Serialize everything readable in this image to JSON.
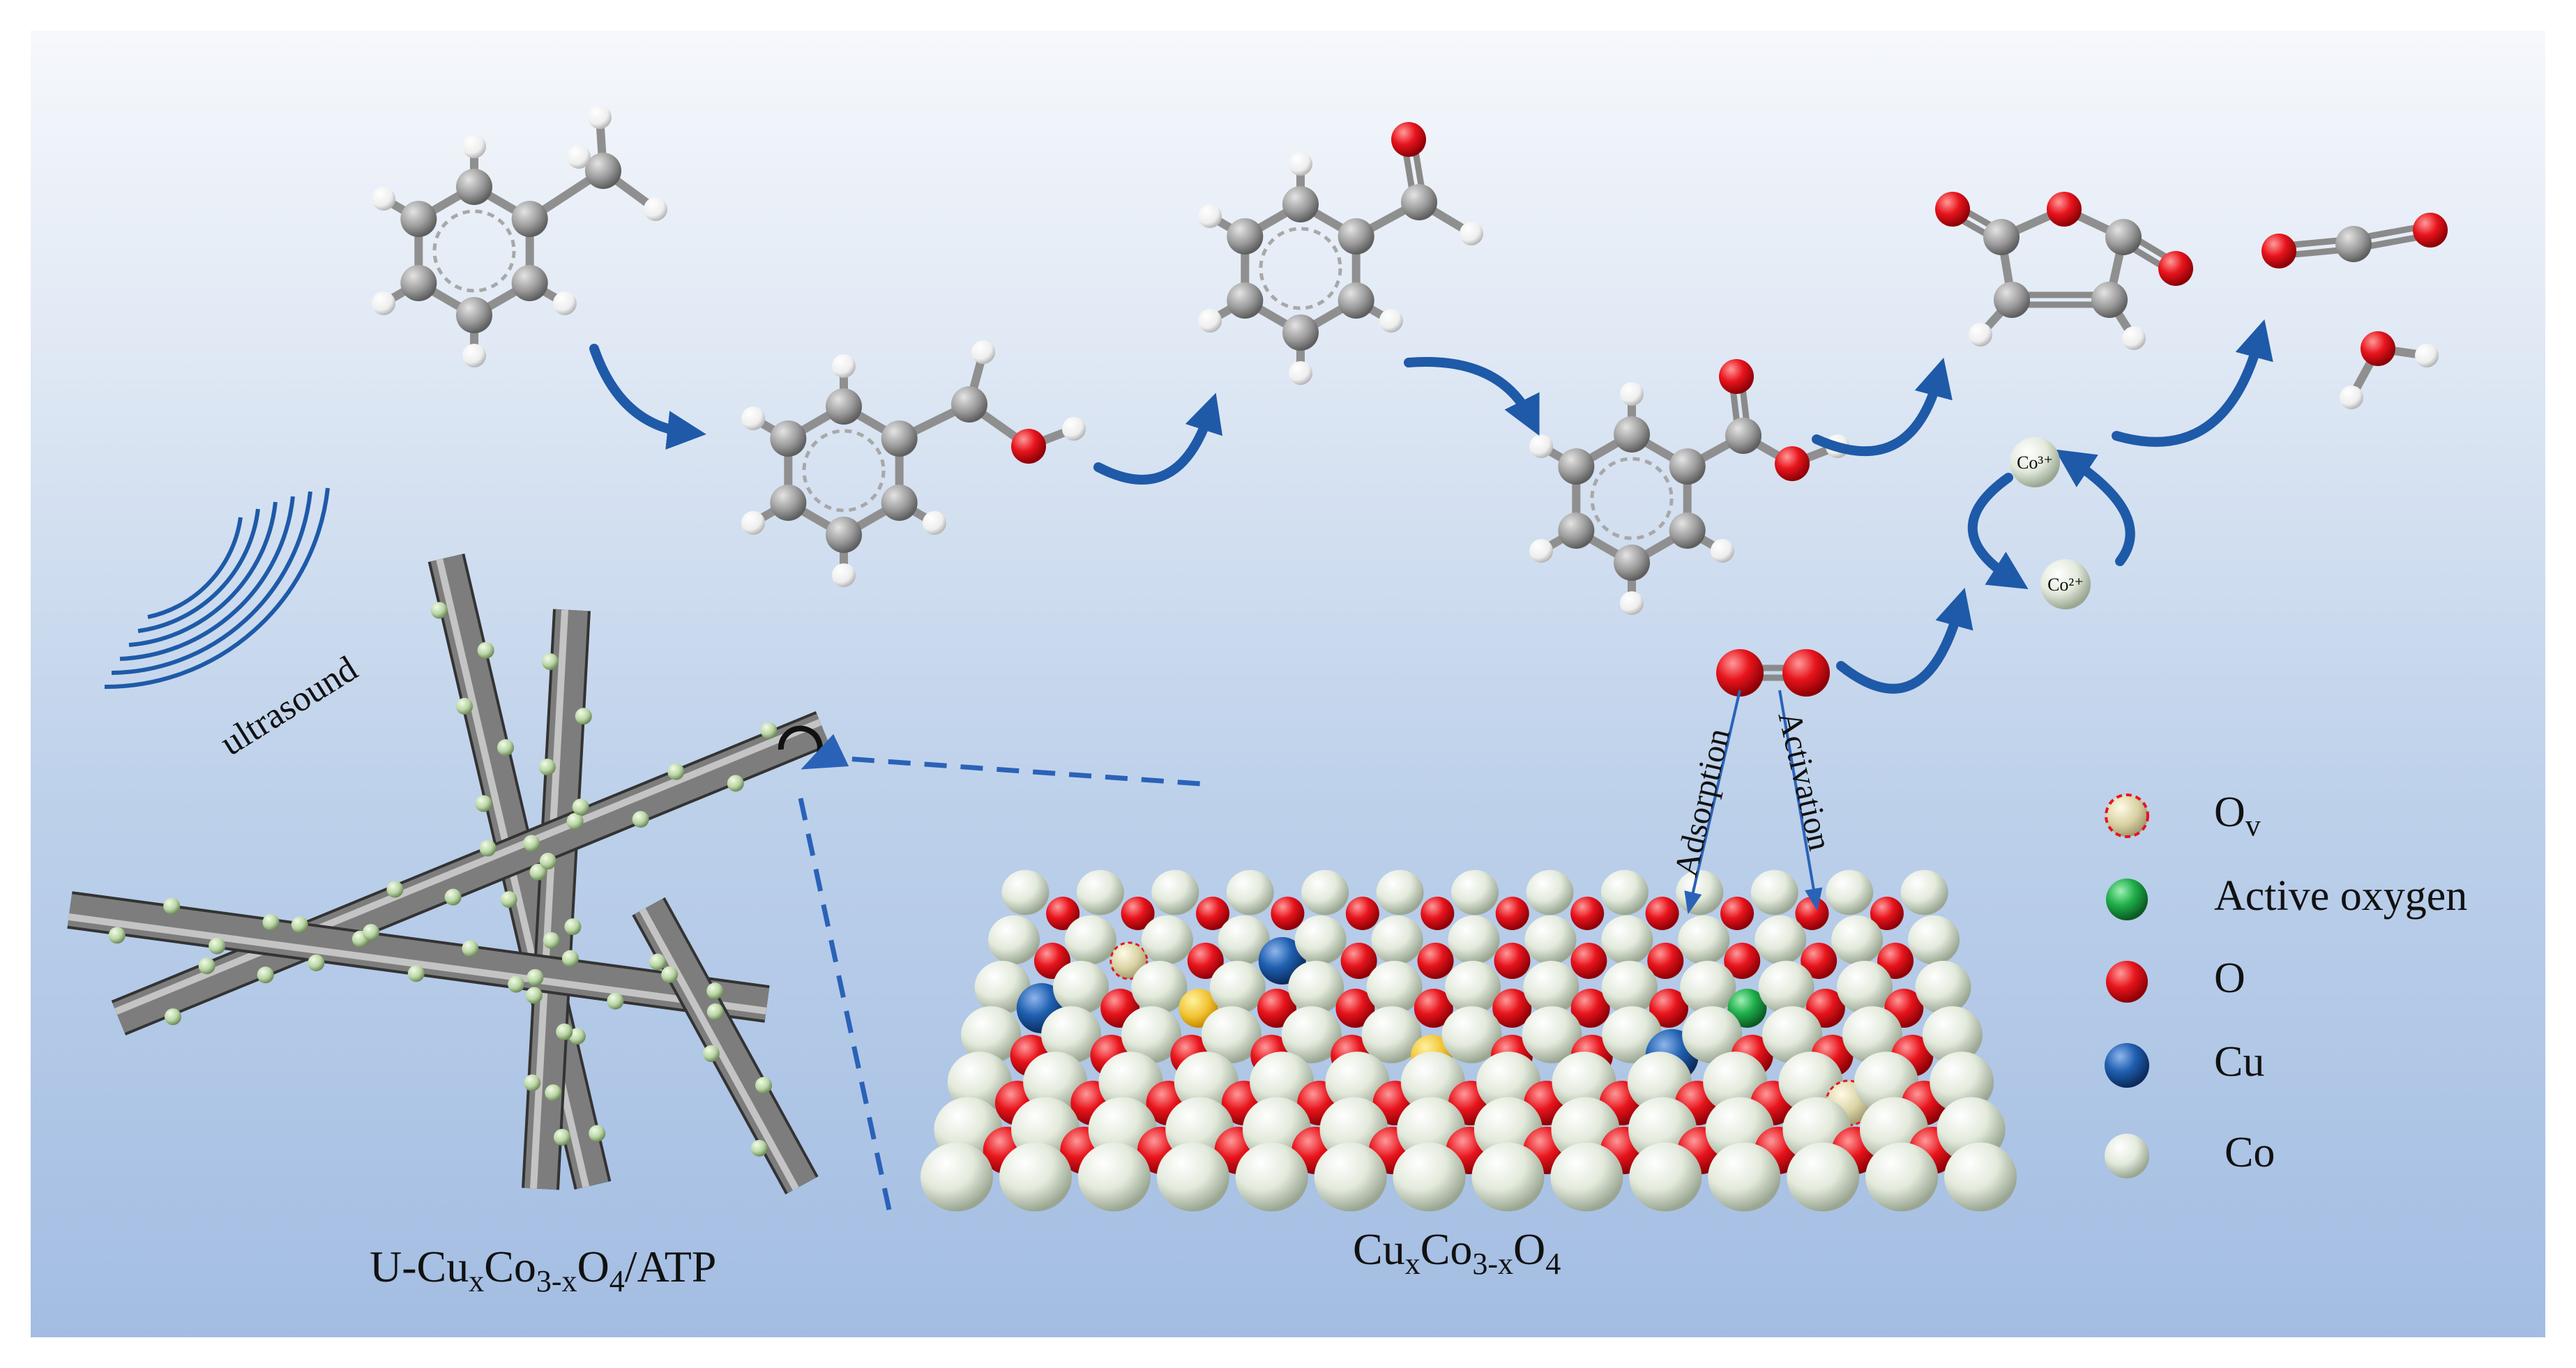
{
  "labels": {
    "ultrasound": "ultrasound",
    "adsorption": "Adsorption",
    "activation": "Activation",
    "co3_ion": "Co³⁺",
    "co2_ion": "Co²⁺",
    "composite": {
      "pre": "U-Cu",
      "x": "x",
      "co": "Co",
      "sub3x": "3-x",
      "o": "O",
      "sub4": "4",
      "post": "/ATP"
    },
    "surface": {
      "pre": "Cu",
      "x": "x",
      "co": "Co",
      "sub3x": "3-x",
      "o": "O",
      "sub4": "4"
    }
  },
  "legend": [
    {
      "id": "ov",
      "label": "O",
      "sub": "v",
      "color": "#d9d2a4"
    },
    {
      "id": "active-oxygen",
      "label": "Active oxygen",
      "sub": "",
      "color": "#1fae4a"
    },
    {
      "id": "o",
      "label": "O",
      "sub": "",
      "color": "#e8141c"
    },
    {
      "id": "cu",
      "label": "Cu",
      "sub": "",
      "color": "#1f5fb0"
    },
    {
      "id": "co",
      "label": "Co",
      "sub": "",
      "color": "#e6ede0"
    }
  ],
  "colors": {
    "arrow": "#1e5aa8",
    "carbon": "#9a9a9a",
    "hydrogen": "#f2f2f2",
    "oxygen": "#e8141c",
    "cobalt": "#e6ede0",
    "copper": "#1f5fb0",
    "rod": "#6e6e6e",
    "particle": "#b9d6a4"
  }
}
